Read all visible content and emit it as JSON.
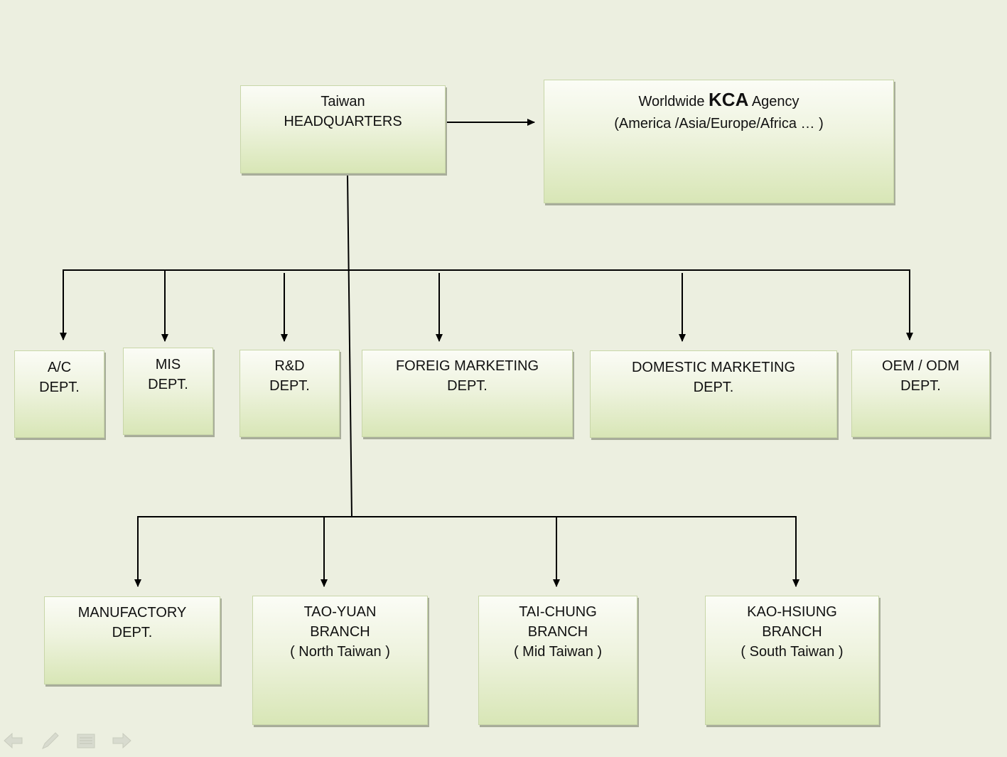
{
  "headquarters": {
    "line1": "Taiwan",
    "line2": "HEADQUARTERS"
  },
  "agency": {
    "prefix": "Worldwide ",
    "brand": "KCA",
    "suffix": " Agency",
    "regions": "(America /Asia/Europe/Africa … )"
  },
  "departments": [
    {
      "line1": "A/C",
      "line2": "DEPT."
    },
    {
      "line1": "MIS",
      "line2": "DEPT."
    },
    {
      "line1": "R&D",
      "line2": "DEPT."
    },
    {
      "line1": "FOREIG MARKETING",
      "line2": "DEPT."
    },
    {
      "line1": "DOMESTIC MARKETING",
      "line2": "DEPT."
    },
    {
      "line1": "OEM / ODM",
      "line2": "DEPT."
    }
  ],
  "branches": [
    {
      "line1": "MANUFACTORY",
      "line2": "DEPT."
    },
    {
      "line1": "TAO-YUAN",
      "line2": "BRANCH",
      "line3": "( North Taiwan )"
    },
    {
      "line1": "TAI-CHUNG",
      "line2": "BRANCH",
      "line3": "( Mid Taiwan )"
    },
    {
      "line1": "KAO-HSIUNG",
      "line2": "BRANCH",
      "line3": "( South Taiwan )"
    }
  ],
  "nav_icons": [
    "previous-arrow-icon",
    "pen-icon",
    "menu-icon",
    "next-arrow-icon"
  ]
}
